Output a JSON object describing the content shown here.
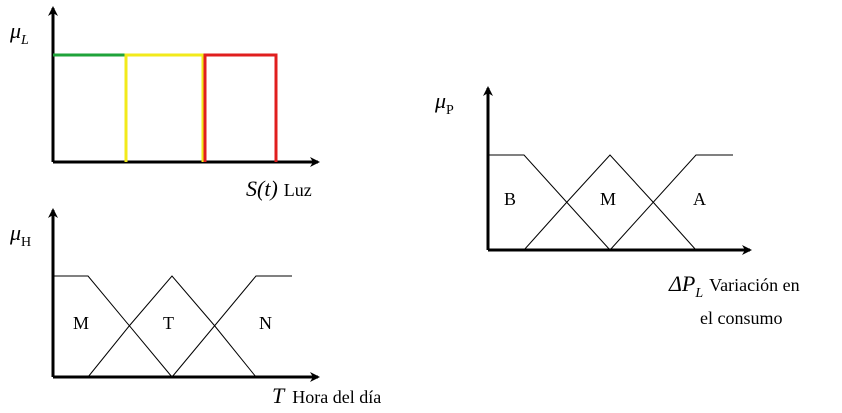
{
  "light_chart": {
    "y_label_main": "μ",
    "y_label_sub": "L",
    "x_label_math": "S(t)",
    "x_label_text": "Luz",
    "colors": {
      "low": "#1fa33a",
      "mid": "#f2ea1b",
      "high": "#e01e1e"
    }
  },
  "hour_chart": {
    "y_label_main": "μ",
    "y_label_sub": "H",
    "x_label_math": "T",
    "x_label_text": "Hora del día",
    "sets": [
      "M",
      "T",
      "N"
    ]
  },
  "power_chart": {
    "y_label_main": "μ",
    "y_label_sub": "P",
    "x_label_math_main": "ΔP",
    "x_label_math_sub": "L",
    "x_label_text_line1": "Variación en",
    "x_label_text_line2": "el consumo",
    "sets": [
      "B",
      "M",
      "A"
    ]
  }
}
